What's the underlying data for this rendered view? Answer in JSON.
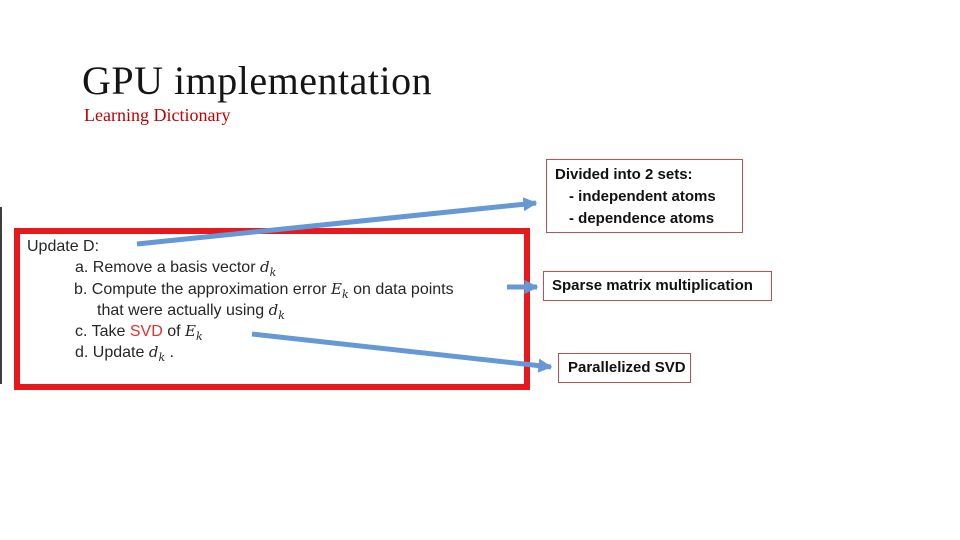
{
  "slide": {
    "title": "GPU implementation",
    "subtitle": "Learning Dictionary"
  },
  "algorithm_box": {
    "heading": "Update D:",
    "step_a": {
      "text": "a. Remove a basis vector ",
      "var": "d",
      "sub": "k"
    },
    "step_b": {
      "text": "b. Compute the approximation error ",
      "var": "E",
      "sub": "k",
      "suffix": " on data points"
    },
    "step_b_cont": {
      "text": "that were actually using ",
      "var": "d",
      "sub": "k"
    },
    "step_c": {
      "prefix": "c. Take ",
      "highlight": "SVD",
      "mid": " of  ",
      "var": "E",
      "sub": "k"
    },
    "step_d": {
      "prefix": "d. Update ",
      "var": "d",
      "sub": "k",
      "suffix": " ."
    }
  },
  "callouts": {
    "divided": {
      "line1": "Divided into 2 sets:",
      "line2": "- independent atoms",
      "line3": "- dependence atoms"
    },
    "sparse": {
      "label": "Sparse matrix multiplication"
    },
    "parallel_svd": {
      "label": "Parallelized SVD"
    }
  },
  "colors": {
    "main_box_border": "#e8191c",
    "callout_border": "#c0504d",
    "arrow_blue": "#6598d4",
    "subtitle_red": "#c00000",
    "svd_highlight": "#e03134",
    "title_text": "#151515",
    "body_text": "#262626"
  }
}
